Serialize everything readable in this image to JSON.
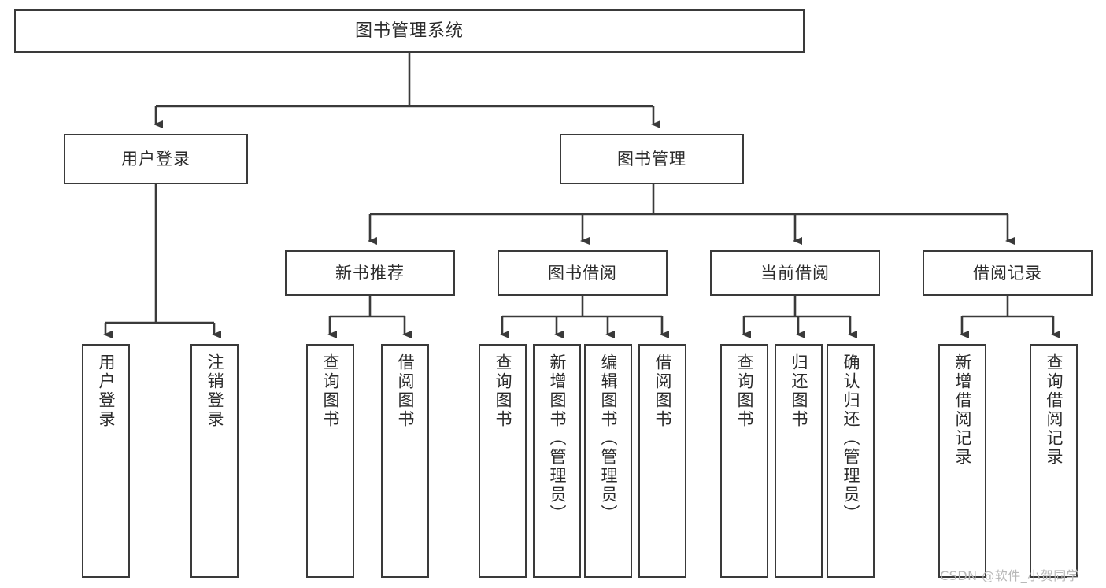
{
  "diagram": {
    "title": "图书管理系统",
    "type": "tree-hierarchy",
    "colors": {
      "box_border": "#3a3a3a",
      "box_fill": "#ffffff",
      "edge": "#3a3a3a",
      "text": "#2b2b2b",
      "watermark": "#b8b8b8"
    },
    "nodes": {
      "root": {
        "label": "图书管理系统"
      },
      "level2": [
        {
          "id": "user-login",
          "label": "用户登录"
        },
        {
          "id": "book-manage",
          "label": "图书管理"
        }
      ],
      "level3": [
        {
          "id": "new-book-recommend",
          "label": "新书推荐"
        },
        {
          "id": "book-borrow",
          "label": "图书借阅"
        },
        {
          "id": "current-borrow",
          "label": "当前借阅"
        },
        {
          "id": "borrow-record",
          "label": "借阅记录"
        }
      ],
      "leaves": {
        "user_login": [
          {
            "id": "leaf-user-login",
            "label": "用户登录"
          },
          {
            "id": "leaf-logout-login",
            "label": "注销登录"
          }
        ],
        "new_book_recommend": [
          {
            "id": "leaf-query-book-1",
            "label": "查询图书"
          },
          {
            "id": "leaf-borrow-book-1",
            "label": "借阅图书"
          }
        ],
        "book_borrow": [
          {
            "id": "leaf-query-book-2",
            "label": "查询图书"
          },
          {
            "id": "leaf-add-book",
            "label": "新增图书（管理员）"
          },
          {
            "id": "leaf-edit-book",
            "label": "编辑图书（管理员）"
          },
          {
            "id": "leaf-borrow-book-2",
            "label": "借阅图书"
          }
        ],
        "current_borrow": [
          {
            "id": "leaf-query-book-3",
            "label": "查询图书"
          },
          {
            "id": "leaf-return-book",
            "label": "归还图书"
          },
          {
            "id": "leaf-confirm-return",
            "label": "确认归还（管理员）"
          }
        ],
        "borrow_record": [
          {
            "id": "leaf-add-record",
            "label": "新增借阅记录"
          },
          {
            "id": "leaf-query-record",
            "label": "查询借阅记录"
          }
        ]
      }
    },
    "watermark": "CSDN @软件_小贺同学"
  }
}
